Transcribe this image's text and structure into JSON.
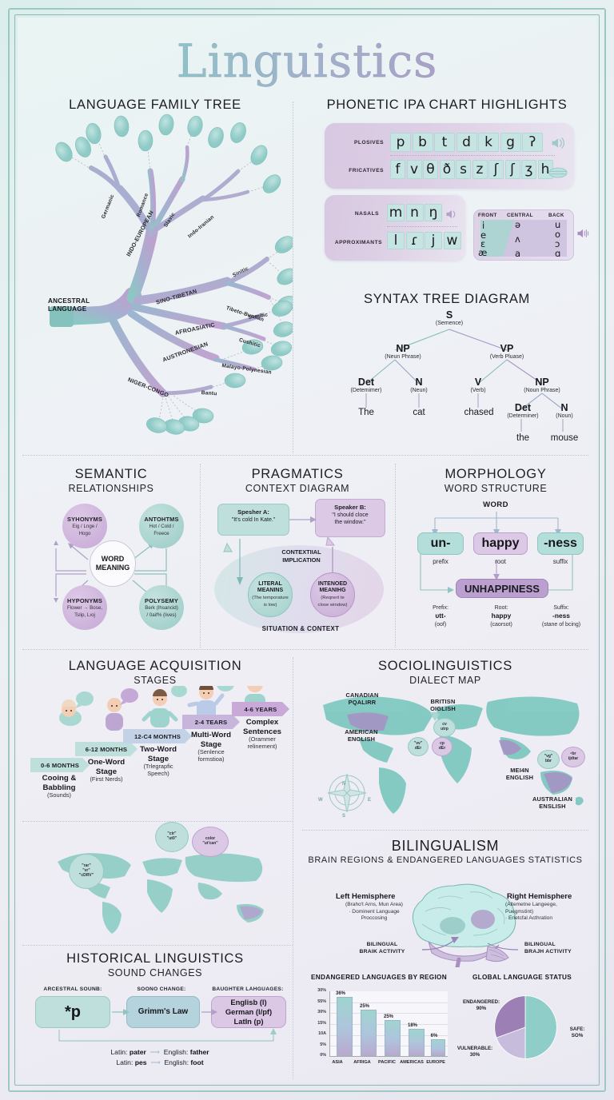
{
  "poster": {
    "title": "Linguistics"
  },
  "colors": {
    "teal": "#9fd0cc",
    "teal_dark": "#6fb3ae",
    "purple": "#b9a3cd",
    "purple_dark": "#9b7fb5",
    "lilac": "#d8c8e2",
    "bg": "#eceff4",
    "ink": "#1d1d22"
  },
  "family_tree": {
    "heading": "LANGUAGE FAMILY TREE",
    "root_label": "ANCESTRAL\nLANGUAGE",
    "root_line1": "ANCESTRAL",
    "root_line2": "LANGUAGE",
    "branches": [
      {
        "name": "INDO-EUROPEAN",
        "sub": [
          "Germanic",
          "Romance",
          "Slavic",
          "Indo-Iranian"
        ]
      },
      {
        "name": "SINO-TIBETAN",
        "sub": [
          "Sinitic",
          "Tibeto-Burman"
        ]
      },
      {
        "name": "AFROASIATIC",
        "sub": [
          "Semitic",
          "Cushitic"
        ]
      },
      {
        "name": "AUSTRONESIAN",
        "sub": [
          "Malayo-Polynesian"
        ]
      },
      {
        "name": "NIGER-CONGO",
        "sub": [
          "Bantu"
        ]
      }
    ]
  },
  "ipa": {
    "heading": "PHONETIC IPA CHART HIGHLIGHTS",
    "rows": [
      {
        "label": "PLOSIVES",
        "symbols": [
          "p",
          "b",
          "t",
          "d",
          "k",
          "g",
          "ʔ"
        ],
        "icon": "speaker-icon"
      },
      {
        "label": "FRICATIVES",
        "symbols": [
          "f",
          "v",
          "θ",
          "ð",
          "s",
          "z",
          "ʃ",
          "ʃ",
          "ʒ",
          "h"
        ],
        "icon": "waves-icon"
      },
      {
        "label": "NASALS",
        "symbols": [
          "m",
          "n",
          "ŋ"
        ],
        "icon": "speaker-icon"
      },
      {
        "label": "APPROXIMANTS",
        "symbols": [
          "l",
          "ɾ",
          "j",
          "w"
        ],
        "icon": "none"
      }
    ],
    "vowels": {
      "columns": [
        "FRONT",
        "CENTRAL",
        "BACK"
      ],
      "front": [
        "i",
        "e",
        "ɛ",
        "æ"
      ],
      "central": [
        "ə",
        "ʌ",
        "a"
      ],
      "back": [
        "u",
        "o",
        "ɔ",
        "ɑ"
      ],
      "icon": "speaker-icon"
    }
  },
  "syntax": {
    "heading": "SYNTAX TREE DIAGRAM",
    "nodes": [
      {
        "id": "S",
        "label": "S",
        "sub": "(Semence)"
      },
      {
        "id": "NP1",
        "label": "NP",
        "sub": "(Neun Phrase)"
      },
      {
        "id": "VP",
        "label": "VP",
        "sub": "(Verb Pluase)"
      },
      {
        "id": "Det1",
        "label": "Det",
        "sub": "(Detemimer)"
      },
      {
        "id": "N1",
        "label": "N",
        "sub": "(Neun)"
      },
      {
        "id": "V",
        "label": "V",
        "sub": "(Verb)"
      },
      {
        "id": "NP2",
        "label": "NP",
        "sub": "(Noun Phrase)"
      },
      {
        "id": "Det2",
        "label": "Det",
        "sub": "(Determiner)"
      },
      {
        "id": "N2",
        "label": "N",
        "sub": "(Noun)"
      }
    ],
    "leaves": [
      "The",
      "cat",
      "chased",
      "the",
      "mouse"
    ]
  },
  "semantics": {
    "heading": "SEMANTIC",
    "sub": "RELATIONSHIPS",
    "core": "WORD\nMEANING",
    "core_line1": "WORD",
    "core_line2": "MEANING",
    "nodes": [
      {
        "name": "SYHONYMS",
        "examples": "Eig / Lnge /\nHogo",
        "ex1": "Eig / Lnge /",
        "ex2": "Hogo",
        "color": "purple"
      },
      {
        "name": "ANTOHTMS",
        "examples": "Hot / Cold /\nFreece",
        "ex1": "Hot / Cold /",
        "ex2": "Freece",
        "color": "teal"
      },
      {
        "name": "HYPONYMS",
        "examples": "Flower → Bose,\nTslip, Lıoj",
        "ex1": "Flower → Bose,",
        "ex2": "Tslip, Lıoj",
        "color": "purple"
      },
      {
        "name": "POLYSEMY",
        "examples": "Berk (Ihsancid)\n/ 0aif% (lives)",
        "ex1": "Berk (Ihsancid)",
        "ex2": "/ 0aif% (lives)",
        "color": "teal"
      }
    ]
  },
  "pragmatics": {
    "heading": "PRAGMATICS",
    "sub": "CONTEXT DIAGRAM",
    "speaker_a": {
      "name": "Spesher A:",
      "quote": "\"It's cold In Kate.\""
    },
    "speaker_b": {
      "name": "Speaker B:",
      "quote": "\"I should cloce\nthe window.\"",
      "q1": "\"I should cloce",
      "q2": "the window.\""
    },
    "implication": "CONTEXTIIAL\nIMPLICATION",
    "implication1": "CONTEXTIIAL",
    "implication2": "IMPLICATION",
    "literal": {
      "name": "LITERAL\nMEANINS",
      "n1": "LITERAL",
      "n2": "MEANINS",
      "expl": "(The temporature\nis low)",
      "e1": "(The temporature",
      "e2": "is low)"
    },
    "intended": {
      "name": "INTENOED\nMEANIHG",
      "n1": "INTENOED",
      "n2": "MEANIHG",
      "expl": "(Reqnert te\nclose window)",
      "e1": "(Reqnert te",
      "e2": "close window)"
    },
    "footer": "SITUATION & CONTEXT"
  },
  "morphology": {
    "heading": "MORPHOLOGY",
    "sub": "WORD STRUCTURE",
    "word": "WORD",
    "parts": [
      {
        "morph": "un-",
        "role": "prefix",
        "color": "teal"
      },
      {
        "morph": "happy",
        "role": "root",
        "color": "purple"
      },
      {
        "morph": "-ness",
        "role": "suffix",
        "color": "teal"
      }
    ],
    "result": "UNHAPPINESS",
    "footnotes": [
      {
        "label": "Prefix:",
        "morph": "ᴜtt-",
        "gloss": "(oof)"
      },
      {
        "label": "Root:",
        "morph": "happy",
        "gloss": "(caorsot)"
      },
      {
        "label": "Suffix:",
        "morph": "-ness",
        "gloss": "(stane of bcing)"
      }
    ]
  },
  "acquisition": {
    "heading": "LANGUAGE ACQUISITION",
    "sub": "STAGES",
    "stages": [
      {
        "age": "0-6 MONTHS",
        "name": "Cooing &\nBabbling",
        "n1": "Cooing &",
        "n2": "Babbling",
        "detail": "(Sounds)",
        "color": "teal"
      },
      {
        "age": "6-12 MONTHS",
        "name": "One-Word\nStage",
        "n1": "One-Word",
        "n2": "Stage",
        "detail": "(First Nerds)",
        "color": "teal"
      },
      {
        "age": "12-C4 MONTHS",
        "name": "Two-Word\nStage",
        "n1": "Two-Word",
        "n2": "Stage",
        "detail": "(Trlegrapfic\nSpeech)",
        "d1": "(Trlegrapfic",
        "d2": "Speech)",
        "color": "blue"
      },
      {
        "age": "2-4 TEARS",
        "name": "Multi-Word\nStage",
        "n1": "Multi-Word",
        "n2": "Stage",
        "detail": "(Senlence\nformstioa)",
        "d1": "(Senlence",
        "d2": "formstioa)",
        "color": "purple"
      },
      {
        "age": "4-6 YEARS",
        "name": "Complex\nSentences",
        "n1": "Complex",
        "n2": "Sentences",
        "detail": "(Orammer\nrelinement)",
        "d1": "(Orammer",
        "d2": "relinement)",
        "color": "purple"
      }
    ],
    "map_pins": [
      {
        "text": "\"rar\"\n\"vr\"\n\"cDRV\"",
        "l1": "\"rar\"",
        "l2": "\"vr\"",
        "l3": "\"cDRV\"",
        "color": "teal"
      },
      {
        "text": "\"ctr\"\n\"ut0\"",
        "l1": "\"ctr\"",
        "l2": "\"ut0\"",
        "color": "teal"
      },
      {
        "text": "color\n\"ut'can\"",
        "l1": "color",
        "l2": "\"ut'can\"",
        "color": "purple"
      }
    ]
  },
  "sociolinguistics": {
    "heading": "SOCIOLINGUISTICS",
    "sub": "DIALECT MAP",
    "labels": [
      {
        "text": "CANADIAN\nPQALIRR",
        "l1": "CANADIAN",
        "l2": "PQALIRR"
      },
      {
        "text": "AMERICAN\nENGLISH",
        "l1": "AMERICAN",
        "l2": "ENGLISH"
      },
      {
        "text": "BRITISN\nOIGLISH",
        "l1": "BRITISN",
        "l2": "OIGLISH"
      },
      {
        "text": "MEI4N\nENGLISH",
        "l1": "MEI4N",
        "l2": "ENGLISH"
      },
      {
        "text": "AUSTRALIAN\nENSLISH",
        "l1": "AUSTRALIAN",
        "l2": "ENSLISH"
      }
    ],
    "pins": [
      {
        "l1": "cv",
        "l2": "utrp",
        "color": "teal"
      },
      {
        "l1": "\"vv\"",
        "l2": "dEr",
        "color": "teal"
      },
      {
        "l1": "cp",
        "l2": "dEr",
        "color": "purple"
      },
      {
        "l1": "\"vg\"",
        "l2": "bbr",
        "color": "teal"
      },
      {
        "l1": "ᶜbr",
        "l2": "tjdtar",
        "color": "purple"
      }
    ],
    "compass": {
      "n": "N",
      "e": "E",
      "s": "S",
      "w": "W"
    }
  },
  "bilingualism": {
    "heading": "BILINGUALISM",
    "sub": "BRAIN REGIONS & ENDANGERED LANGUAGES STATISTICS",
    "left": {
      "title": "Left Hemisphere",
      "detail": "(Braho't Arns, Mun Area)\n· Dominent Language\nProccosing",
      "d1": "(Braho't Arns, Mun Area)",
      "d2": "· Dominent Language",
      "d3": "Proccosing",
      "badge": "BILINGUAL\nBRAIN ACTIVITY",
      "b1": "BILINGUAL",
      "b2": "BRAIK ACTIVITY"
    },
    "right": {
      "title": "Right Hemisphere",
      "detail": "(Altemetne Langeege,\nPuegmstint)\n· Erietcfal Acthration",
      "d1": "(Altemetne Langeege,",
      "d2": "Puegmstint)",
      "d3": "· Erietcfal Acthration",
      "badge": "BILINGUAL\nBRAIN ACTIVITY",
      "b1": "BILINGUAL",
      "b2": "BRAJH ACTIVITY"
    }
  },
  "historical": {
    "heading": "HISTORICAL LINGUISTICS",
    "sub": "SOUND CHANGES",
    "col1_label": "ARCESTRAL SOUNB:",
    "col2_label": "SOONO CHANGE:",
    "col3_label": "BAUGHTER LAHGUAGES:",
    "ancestral": "*p",
    "change": "Grimm's Law",
    "daughters": "Englisb (l)\nGerman (l/pf)\nLatIn (p)",
    "d1": "Englisb (l)",
    "d2": "German (l/pf)",
    "d3": "LatIn (p)",
    "examples": [
      {
        "src": "Latin: pater",
        "tgt": "English: father",
        "s_lang": "Latin:",
        "s_word": "pater",
        "t_lang": "English:",
        "t_word": "father"
      },
      {
        "src": "Latin: pes",
        "tgt": "English: foot",
        "s_lang": "Latin:",
        "s_word": "pes",
        "t_lang": "English:",
        "t_word": "foot"
      }
    ]
  },
  "chart_data": [
    {
      "type": "bar",
      "title": "ENDANGERED LANGUAGES BY REGION",
      "categories": [
        "ASIA",
        "AFRIGA",
        "PACIFIC",
        "AMERICAS",
        "EUROPE"
      ],
      "values": [
        36,
        25,
        25,
        18,
        6
      ],
      "value_labels": [
        "36%",
        "25%",
        "25%",
        "18%",
        "6%"
      ],
      "ytick_labels": [
        "30%",
        "55%",
        "30%",
        "15%",
        "10A",
        "5%",
        "0%"
      ],
      "ylabel": "",
      "xlabel": "",
      "ylim": [
        0,
        40
      ],
      "grid": true
    },
    {
      "type": "pie",
      "title": "GLOBAL LANGUAGE STATUS",
      "labels": [
        "SAFE:",
        "VULNERABLE:",
        "ENDANGERED:"
      ],
      "label_texts": [
        "SAFS:\nSO%",
        "VULNESABLE:\n30%",
        "ERDANGESSD:\n90%"
      ],
      "values": [
        50,
        30,
        20
      ],
      "value_labels": [
        "SO%",
        "30%",
        "90%"
      ],
      "colors": [
        "#8fcdc9",
        "#c7bcdc",
        "#9b7fb5"
      ],
      "legend": "outside"
    }
  ]
}
